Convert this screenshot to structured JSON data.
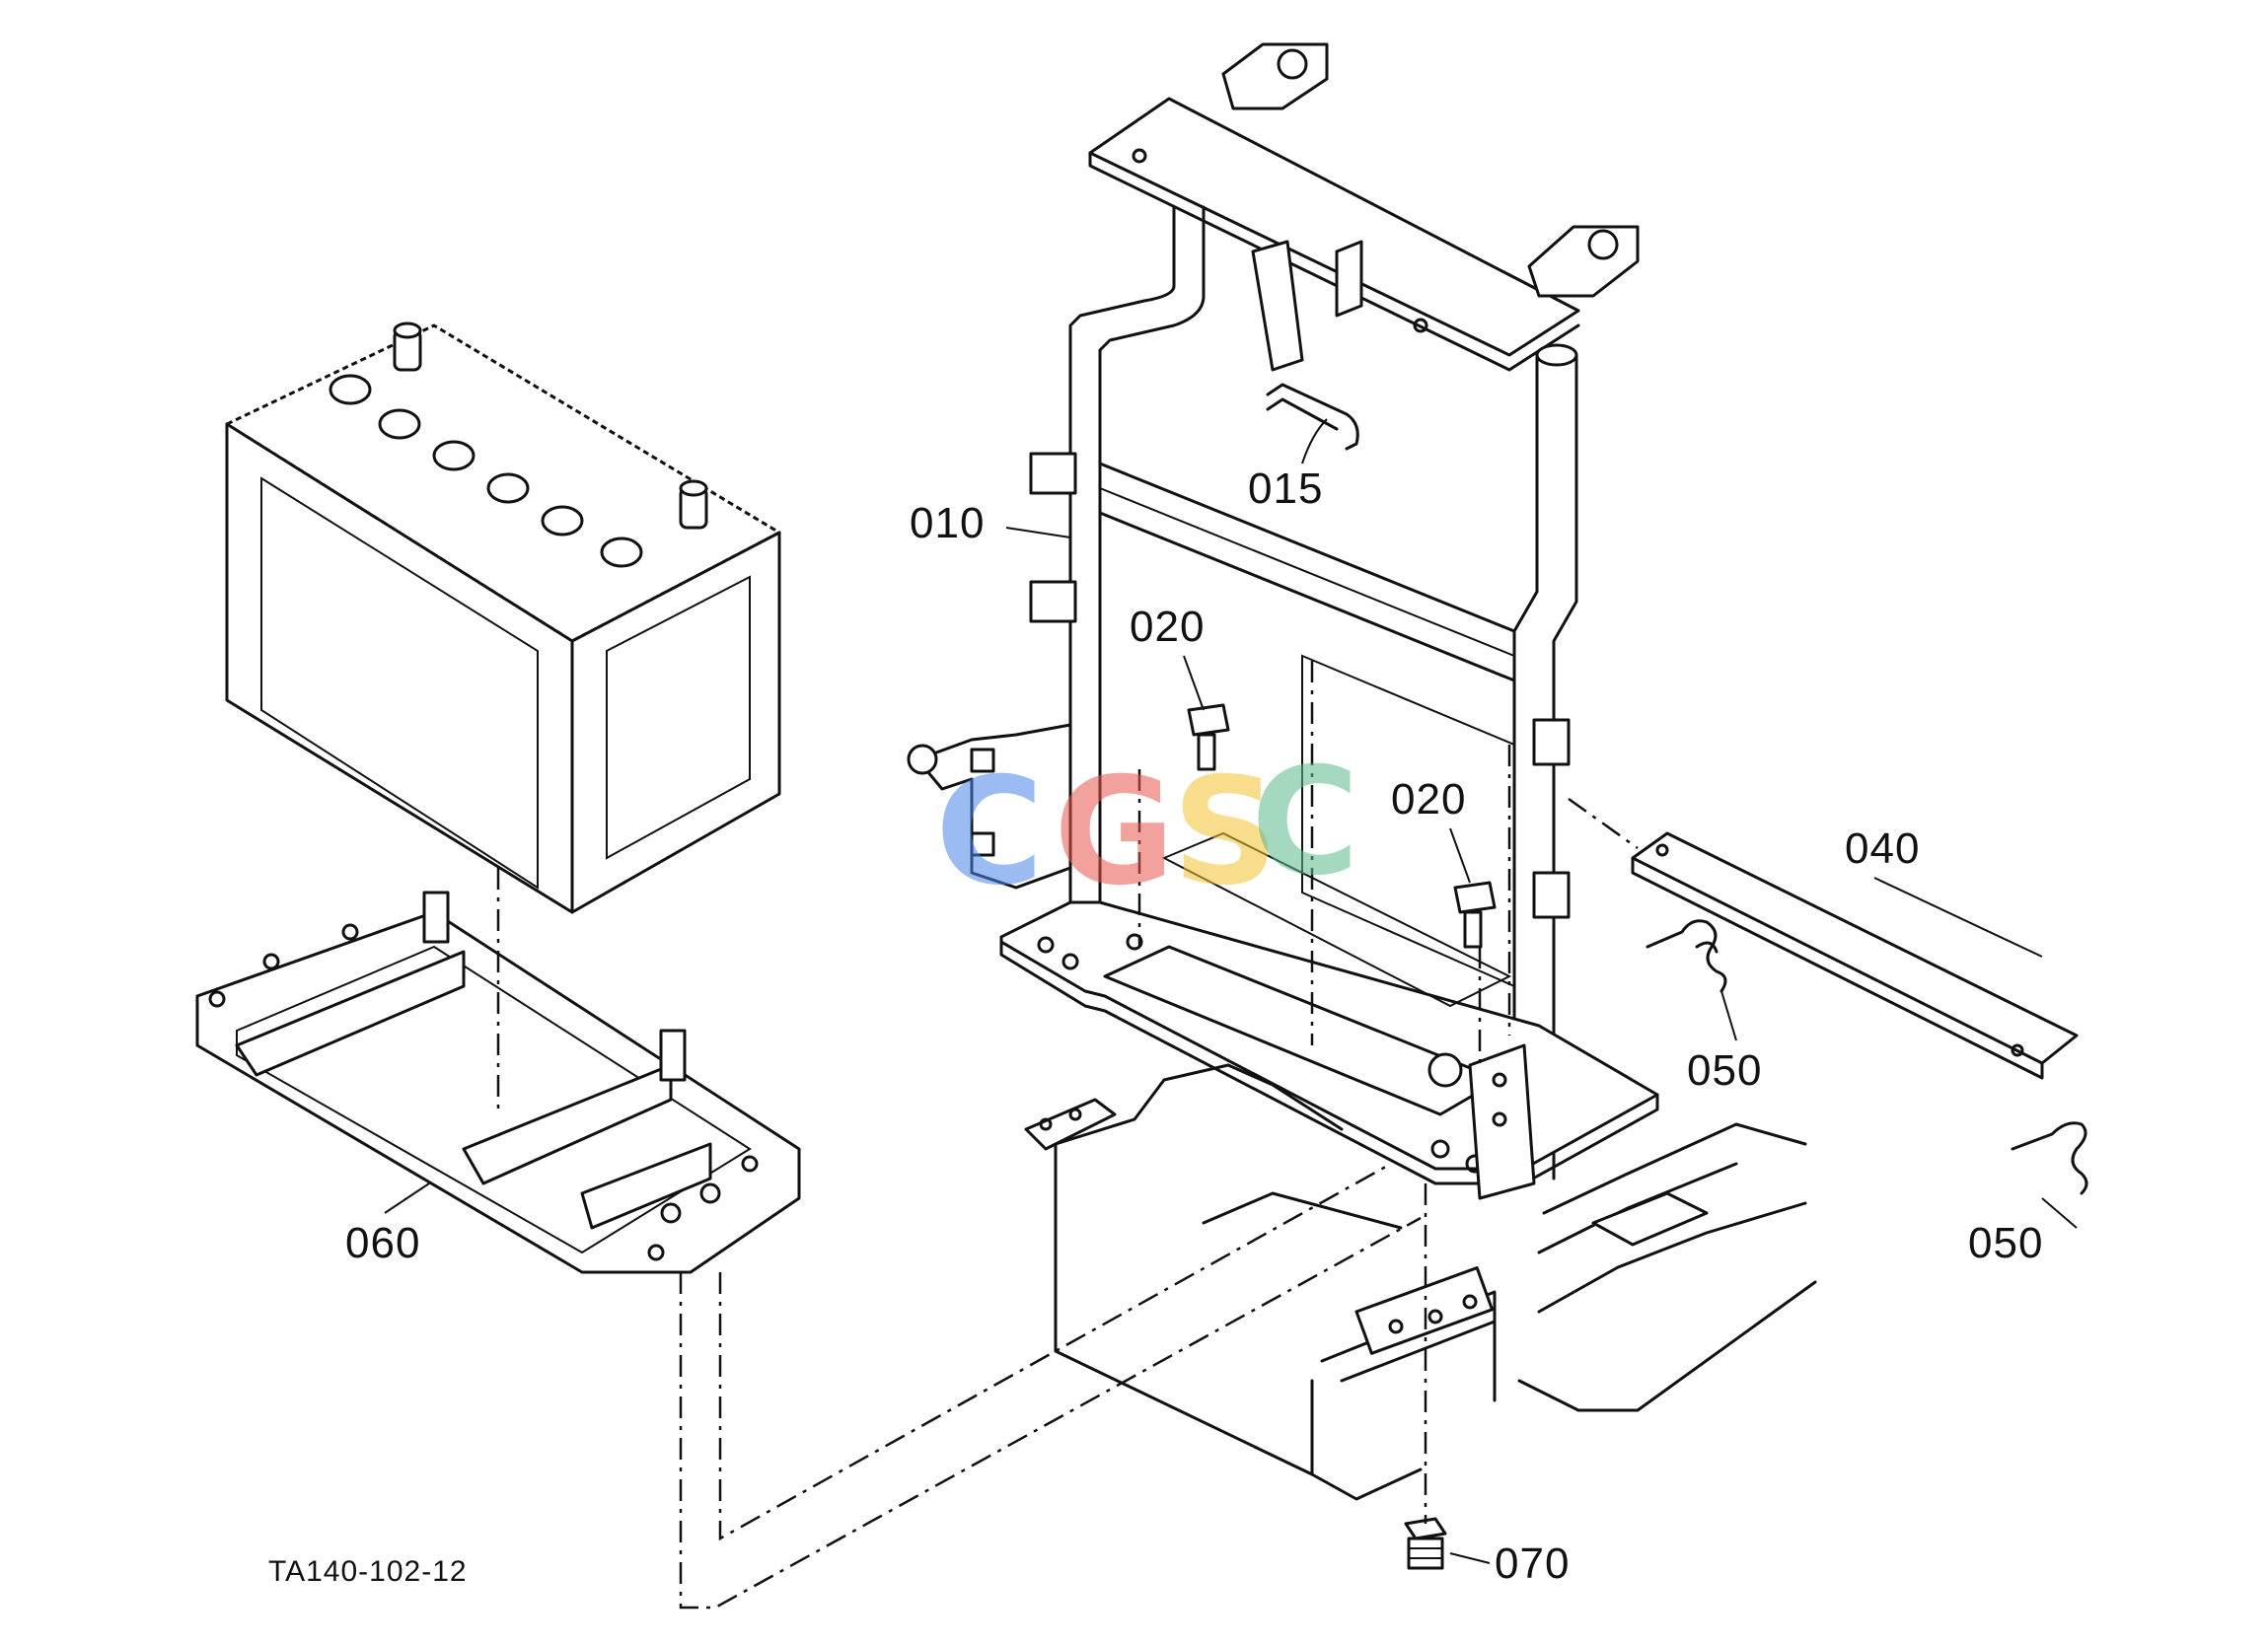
{
  "diagram": {
    "reference_code": "TA140-102-12",
    "watermark": {
      "letters": [
        "C",
        "G",
        "S",
        "C"
      ],
      "colors": [
        "#4a86e8",
        "#e8554e",
        "#f4c430",
        "#5bb98c"
      ]
    },
    "callouts": [
      {
        "id": "010",
        "label": "010"
      },
      {
        "id": "015",
        "label": "015"
      },
      {
        "id": "020a",
        "label": "020"
      },
      {
        "id": "020b",
        "label": "020"
      },
      {
        "id": "040",
        "label": "040"
      },
      {
        "id": "050a",
        "label": "050"
      },
      {
        "id": "050b",
        "label": "050"
      },
      {
        "id": "060",
        "label": "060"
      },
      {
        "id": "070",
        "label": "070"
      }
    ]
  }
}
